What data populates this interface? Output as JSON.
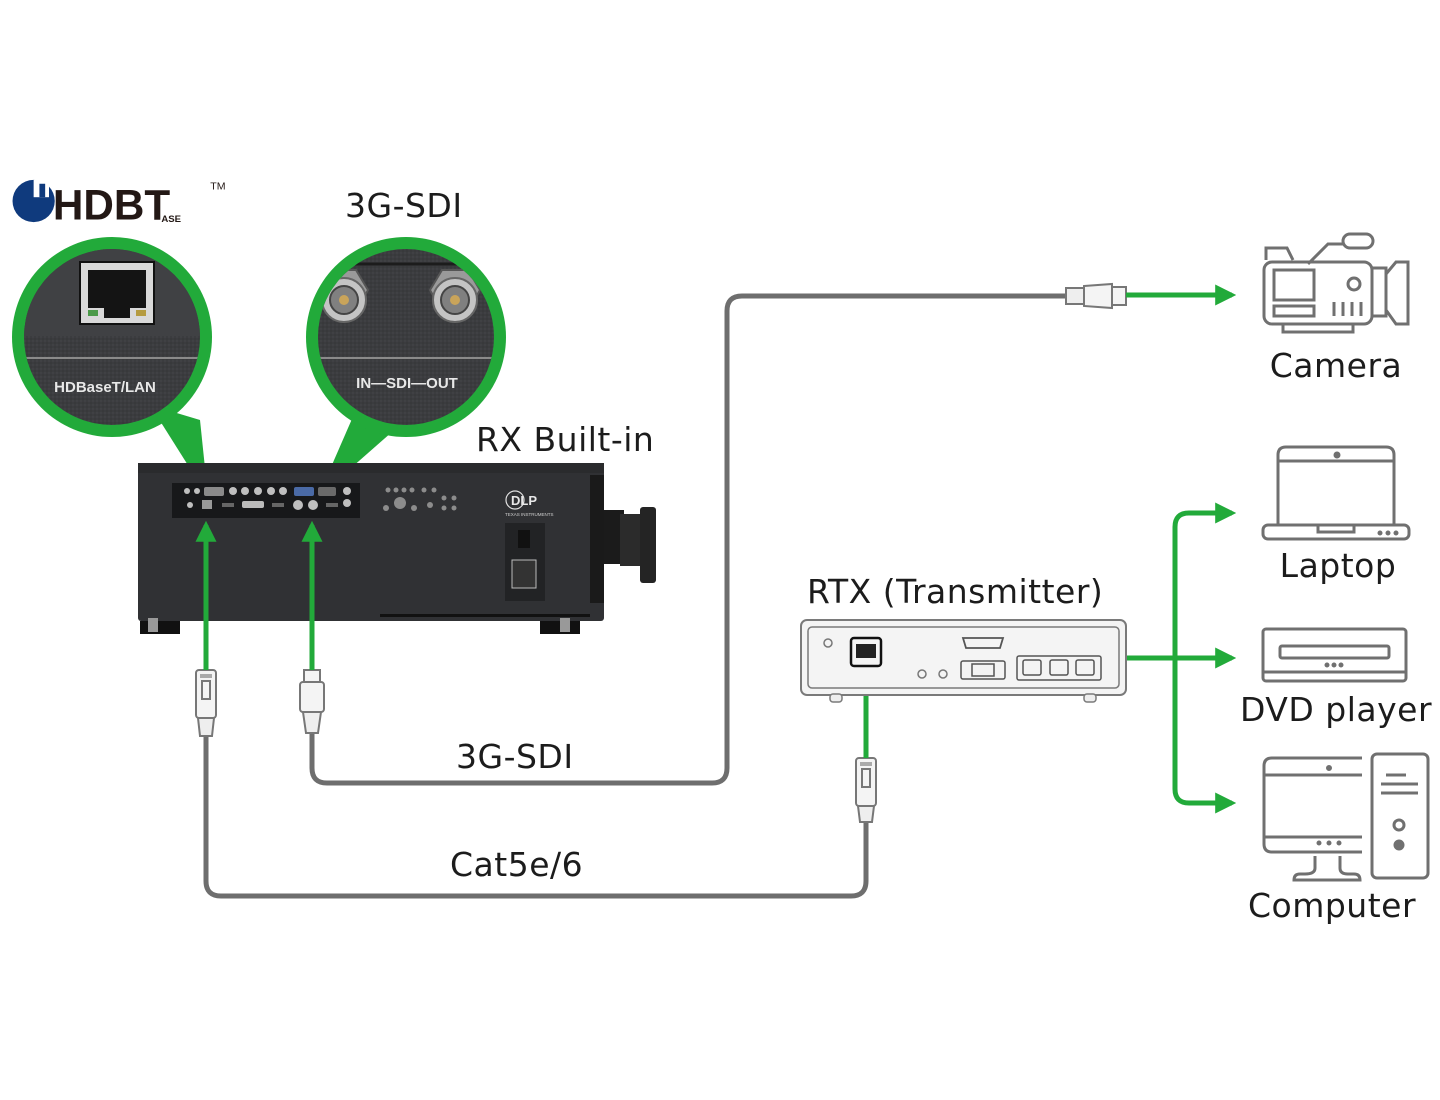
{
  "colors": {
    "accent_green": "#22aa3a",
    "cable_gray": "#6e6e6e",
    "icon_gray": "#707070",
    "projector_body": "#2f3033",
    "logo_blue": "#0f3a7d"
  },
  "logo": {
    "text": "HDBT",
    "subtext": "ASE",
    "trademark": "TM",
    "icon": "hdbaset-logo-icon"
  },
  "callouts": {
    "hdbaset_port_label": "HDBaseT/LAN",
    "sdi_port_label": "IN—SDI—OUT",
    "sdi_heading": "3G-SDI"
  },
  "projector": {
    "label": "RX Built-in",
    "brand_logo": "DLP",
    "brand_sub": "TEXAS INSTRUMENTS"
  },
  "transmitter": {
    "label": "RTX (Transmitter)"
  },
  "cables": {
    "sdi_label": "3G-SDI",
    "cat_label": "Cat5e/6"
  },
  "devices": [
    {
      "name": "camera",
      "label": "Camera",
      "icon": "video-camera-icon"
    },
    {
      "name": "laptop",
      "label": "Laptop",
      "icon": "laptop-icon"
    },
    {
      "name": "dvd-player",
      "label": "DVD player",
      "icon": "dvd-player-icon"
    },
    {
      "name": "computer",
      "label": "Computer",
      "icon": "desktop-computer-icon"
    }
  ]
}
